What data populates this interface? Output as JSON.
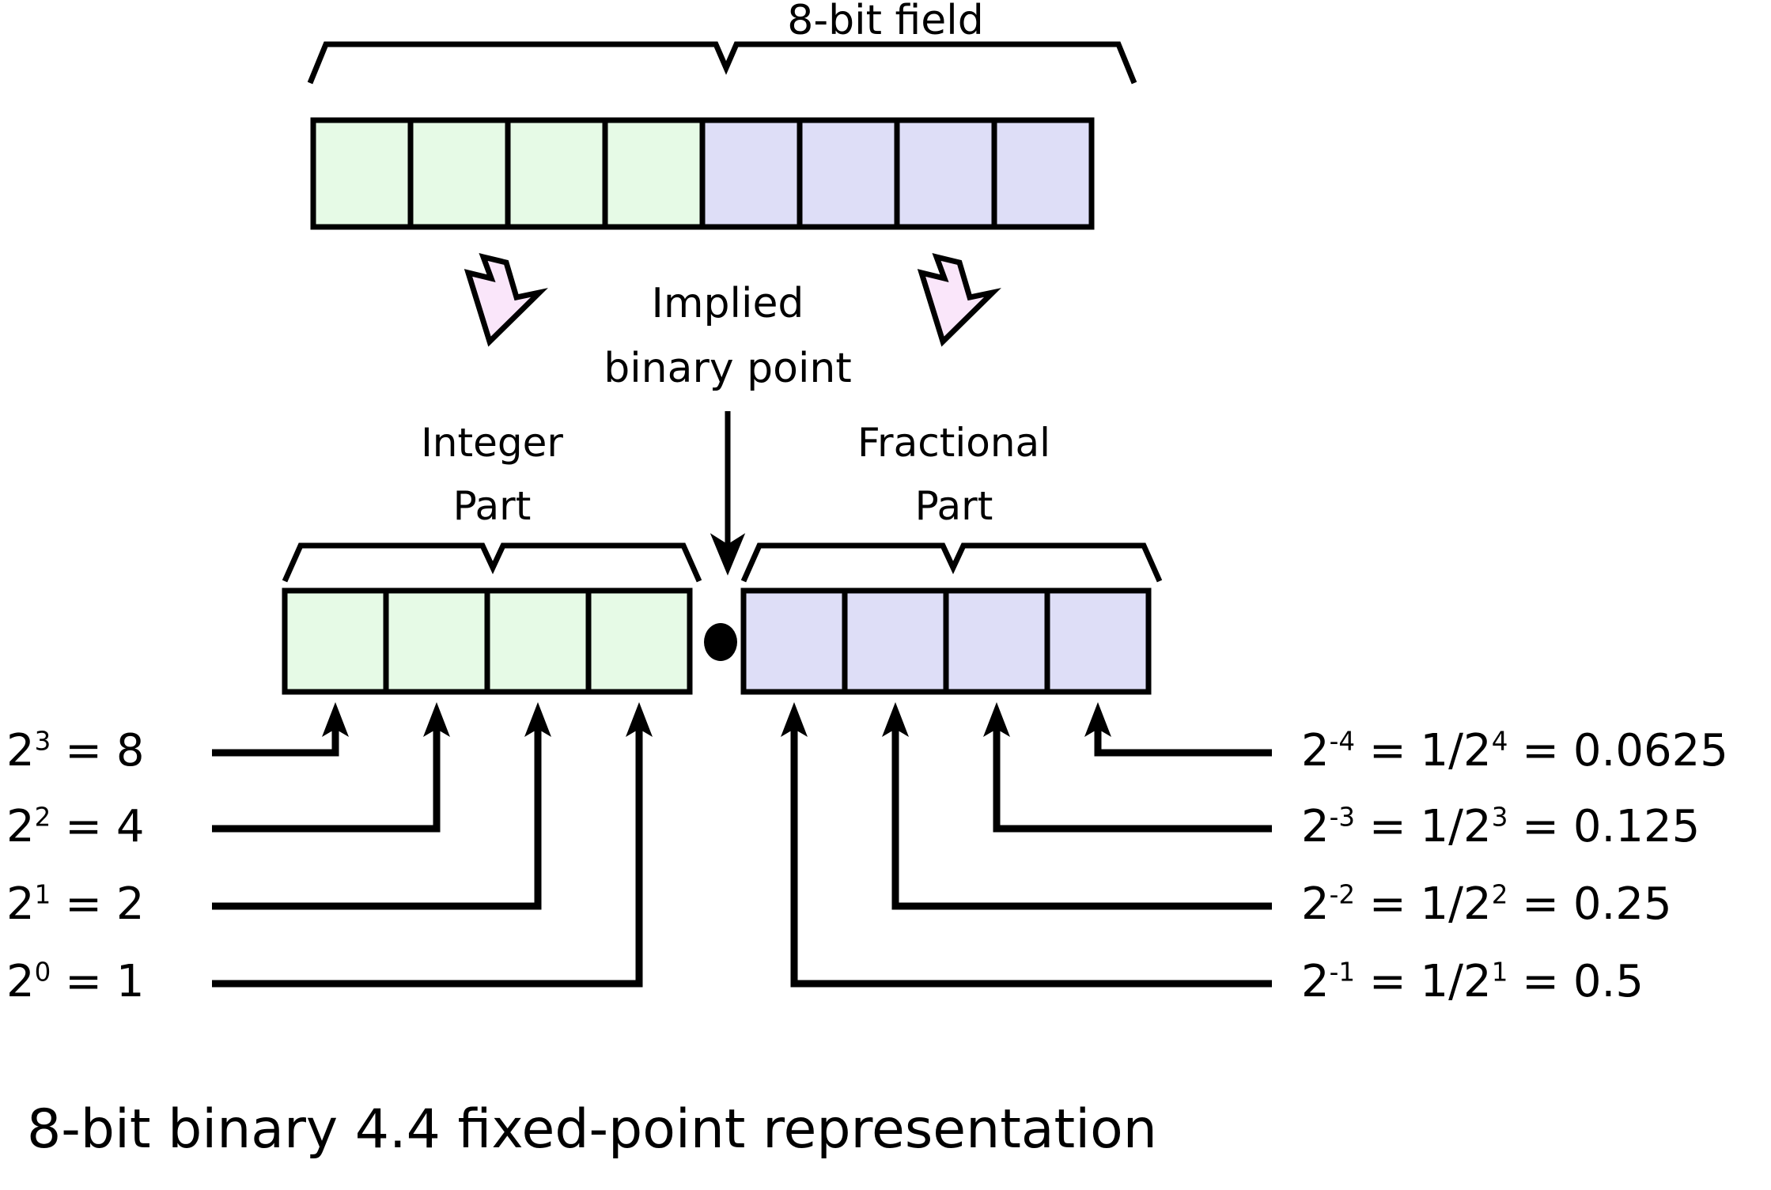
{
  "diagram": {
    "caption": "8-bit binary 4.4 fixed-point representation",
    "top_field_title": "8-bit field",
    "implied_point": {
      "line1": "Implied",
      "line2": "binary point"
    },
    "integer_part": {
      "line1": "Integer",
      "line2": "Part"
    },
    "fractional_part": {
      "line1": "Fractional",
      "line2": "Part"
    },
    "binary_point_symbol": "•"
  },
  "colors": {
    "integer_cell_fill": "#e6fae6",
    "fractional_cell_fill": "#dedef7",
    "arrow_fill": "#fae6fa",
    "stroke": "#000000",
    "background": "#ffffff"
  },
  "top_row_cells": [
    {
      "index": 0,
      "group": "integer"
    },
    {
      "index": 1,
      "group": "integer"
    },
    {
      "index": 2,
      "group": "integer"
    },
    {
      "index": 3,
      "group": "integer"
    },
    {
      "index": 4,
      "group": "fractional"
    },
    {
      "index": 5,
      "group": "fractional"
    },
    {
      "index": 6,
      "group": "fractional"
    },
    {
      "index": 7,
      "group": "fractional"
    }
  ],
  "integer_weights": [
    {
      "label": "2",
      "exponent": "3",
      "value": "= 8",
      "text": "2^3 = 8"
    },
    {
      "label": "2",
      "exponent": "2",
      "value": "= 4",
      "text": "2^2 = 4"
    },
    {
      "label": "2",
      "exponent": "1",
      "value": "= 2",
      "text": "2^1 = 2"
    },
    {
      "label": "2",
      "exponent": "0",
      "value": "= 1",
      "text": "2^0 = 1"
    }
  ],
  "fractional_weights": [
    {
      "label": "2",
      "exponent": "-4",
      "frac_base": "= 1/2",
      "frac_exp": "4",
      "value": "= 0.0625",
      "text": "2^-4 = 1/2^4 = 0.0625"
    },
    {
      "label": "2",
      "exponent": "-3",
      "frac_base": "= 1/2",
      "frac_exp": "3",
      "value": "= 0.125",
      "text": "2^-3 = 1/2^3 = 0.125"
    },
    {
      "label": "2",
      "exponent": "-2",
      "frac_base": "= 1/2",
      "frac_exp": "2",
      "value": "= 0.25",
      "text": "2^-2 = 1/2^2 = 0.25"
    },
    {
      "label": "2",
      "exponent": "-1",
      "frac_base": "= 1/2",
      "frac_exp": "1",
      "value": "= 0.5",
      "text": "2^-1 = 1/2^1 = 0.5"
    }
  ],
  "chart_data": {
    "type": "diagram",
    "title": "8-bit binary 4.4 fixed-point representation",
    "description": "An 8-bit field split into a 4-bit integer part and a 4-bit fractional part separated by an implied binary point.",
    "total_bits": 8,
    "integer_bits": 4,
    "fractional_bits": 4,
    "integer_bit_weights": [
      8,
      4,
      2,
      1
    ],
    "fractional_bit_weights": [
      0.5,
      0.25,
      0.125,
      0.0625
    ]
  }
}
